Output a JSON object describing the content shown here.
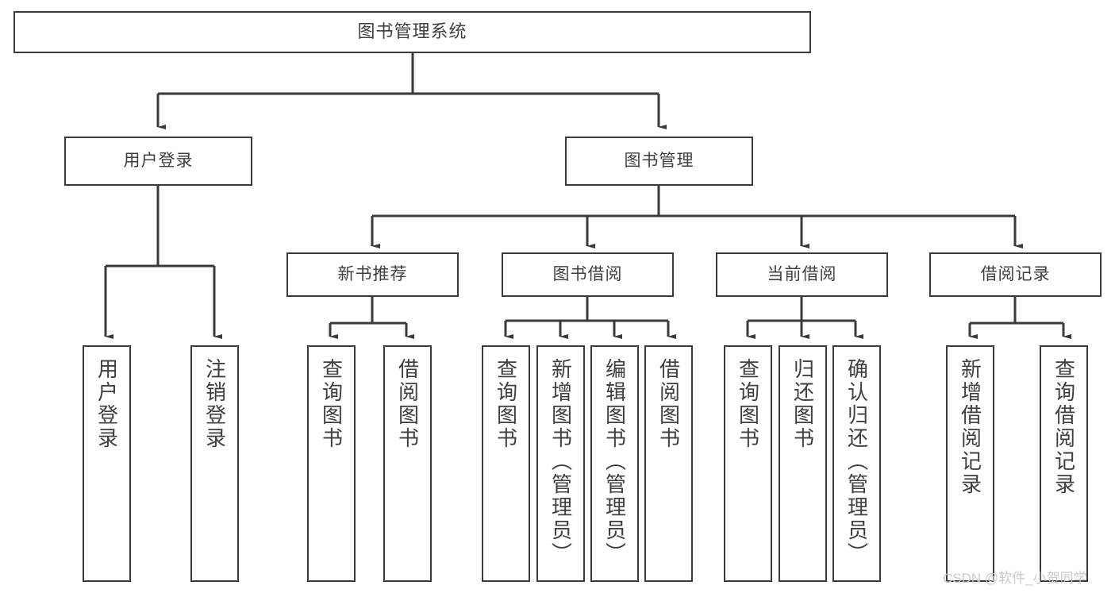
{
  "diagram": {
    "title": "图书管理系统",
    "type": "hierarchy-tree",
    "watermark": "CSDN @软件_小贺同学",
    "colors": {
      "background": "#ffffff",
      "box_border": "#3a3a3a",
      "connector": "#3a3a3a",
      "text": "#3f3f3f",
      "watermark": "#c9c9c9"
    },
    "levels": 4,
    "root": {
      "label": "图书管理系统"
    },
    "tier2": [
      {
        "label": "用户登录"
      },
      {
        "label": "图书管理"
      }
    ],
    "tier3": [
      {
        "label": "新书推荐"
      },
      {
        "label": "图书借阅"
      },
      {
        "label": "当前借阅"
      },
      {
        "label": "借阅记录"
      }
    ],
    "leaves": [
      {
        "label": "用户登录",
        "parent": "用户登录"
      },
      {
        "label": "注销登录",
        "parent": "用户登录"
      },
      {
        "label": "查询图书",
        "parent": "新书推荐"
      },
      {
        "label": "借阅图书",
        "parent": "新书推荐"
      },
      {
        "label": "查询图书",
        "parent": "图书借阅"
      },
      {
        "label": "新增图书（管理员）",
        "parent": "图书借阅"
      },
      {
        "label": "编辑图书（管理员）",
        "parent": "图书借阅"
      },
      {
        "label": "借阅图书",
        "parent": "图书借阅"
      },
      {
        "label": "查询图书",
        "parent": "当前借阅"
      },
      {
        "label": "归还图书",
        "parent": "当前借阅"
      },
      {
        "label": "确认归还（管理员）",
        "parent": "当前借阅"
      },
      {
        "label": "新增借阅记录",
        "parent": "借阅记录"
      },
      {
        "label": "查询借阅记录",
        "parent": "借阅记录"
      }
    ]
  }
}
